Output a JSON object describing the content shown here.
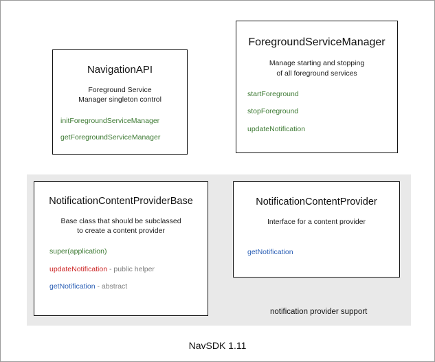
{
  "diagram": {
    "footer_caption": "NavSDK 1.11",
    "group": {
      "label": "notification provider support"
    },
    "boxes": [
      {
        "id": "navigation-api",
        "title": "NavigationAPI",
        "description_line1": "Foreground Service",
        "description_line2": "Manager singleton control",
        "members": [
          {
            "name": "initForegroundServiceManager",
            "note": "",
            "color": "green"
          },
          {
            "name": "getForegroundServiceManager",
            "note": "",
            "color": "green"
          }
        ]
      },
      {
        "id": "foreground-service-manager",
        "title": "ForegroundServiceManager",
        "description_line1": "Manage starting and stopping",
        "description_line2": "of all foreground services",
        "members": [
          {
            "name": "startForeground",
            "note": "",
            "color": "green"
          },
          {
            "name": "stopForeground",
            "note": "",
            "color": "green"
          },
          {
            "name": "updateNotification",
            "note": "",
            "color": "green"
          }
        ]
      },
      {
        "id": "notification-content-provider-base",
        "title": "NotificationContentProviderBase",
        "description_line1": "Base class that should be subclassed",
        "description_line2": "to create a content provider",
        "members": [
          {
            "name": "super(application)",
            "note": "",
            "color": "green"
          },
          {
            "name": "updateNotification",
            "note": " - public helper",
            "color": "red"
          },
          {
            "name": "getNotification",
            "note": " - abstract",
            "color": "blue"
          }
        ]
      },
      {
        "id": "notification-content-provider",
        "title": "NotificationContentProvider",
        "description_line1": "Interface for a content provider",
        "description_line2": "",
        "members": [
          {
            "name": "getNotification",
            "note": "",
            "color": "blue"
          }
        ]
      }
    ],
    "colors": {
      "member_green": "#3d7a33",
      "member_red": "#cc2222",
      "member_blue": "#2b5fb5",
      "member_note": "#7d7d7d",
      "group_background": "#e9e9e9",
      "box_border": "#111111",
      "canvas_border": "#9a9a9a"
    }
  }
}
